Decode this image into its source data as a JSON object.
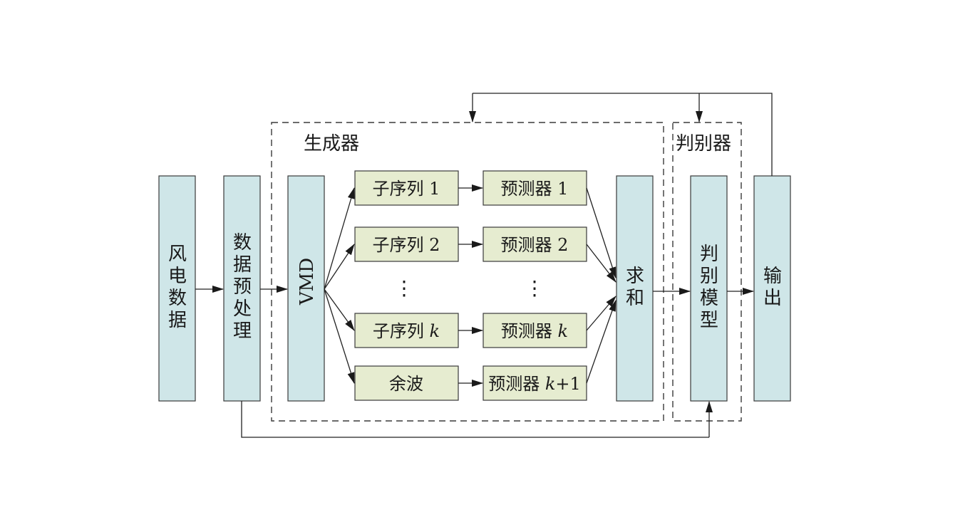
{
  "groups": {
    "generator": "生成器",
    "discriminator": "判别器"
  },
  "columns": {
    "wind_data": [
      "风",
      "电",
      "数",
      "据"
    ],
    "preprocess": [
      "数",
      "据",
      "预",
      "处",
      "理"
    ],
    "vmd": "VMD",
    "sum": [
      "求",
      "和"
    ],
    "disc_model": [
      "判",
      "别",
      "模",
      "型"
    ],
    "output": [
      "输",
      "出"
    ]
  },
  "subseries": [
    {
      "prefix": "子序列 ",
      "index": "1"
    },
    {
      "prefix": "子序列 ",
      "index": "2"
    },
    {
      "prefix": "子序列 ",
      "index": "k"
    },
    {
      "prefix": "余波",
      "index": ""
    }
  ],
  "predictors": [
    {
      "prefix": "预测器 ",
      "index": "1"
    },
    {
      "prefix": "预测器 ",
      "index": "2"
    },
    {
      "prefix": "预测器 ",
      "index": "k"
    },
    {
      "prefix": "预测器 ",
      "index": "k",
      "suffix": "+1"
    }
  ],
  "ellipsis": "⋮"
}
